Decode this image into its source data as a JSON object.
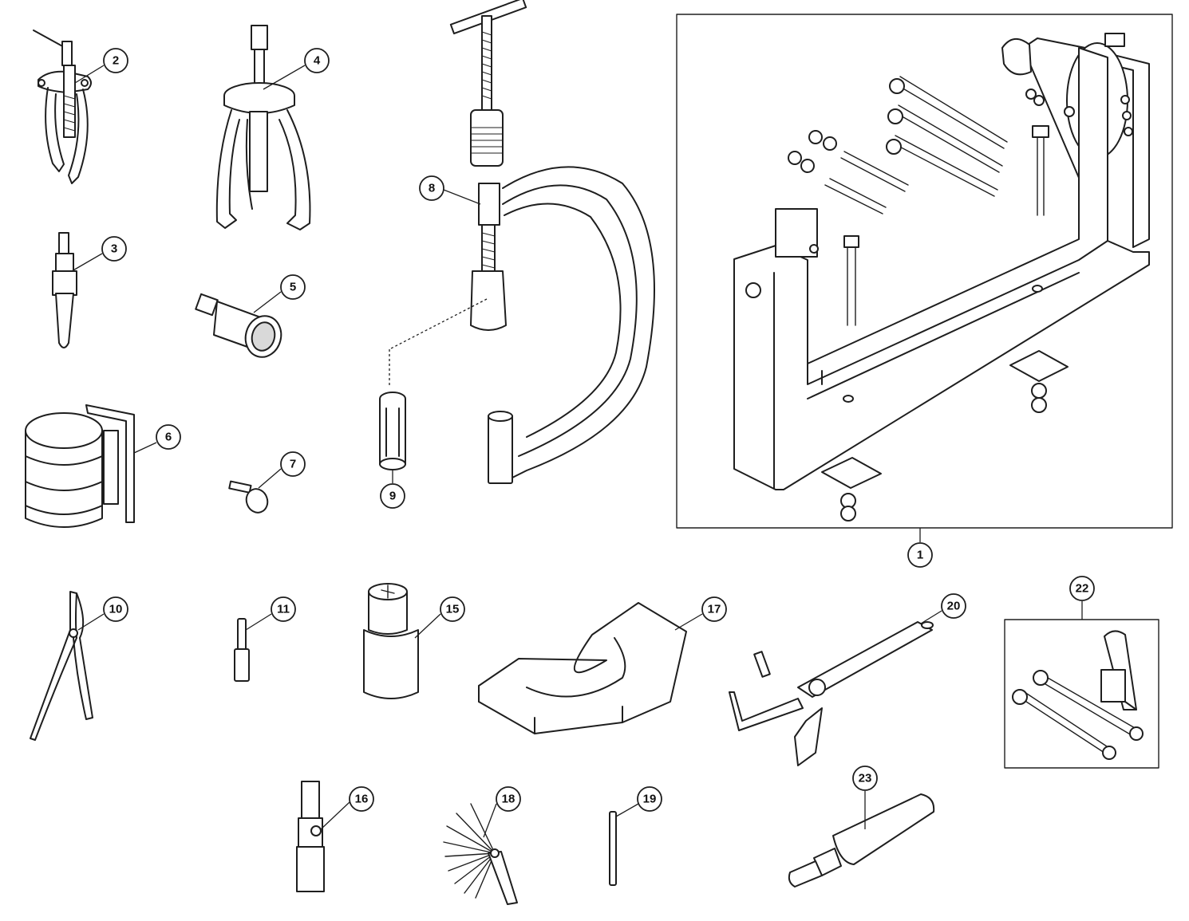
{
  "callouts": [
    {
      "id": "c1",
      "label": "1"
    },
    {
      "id": "c2",
      "label": "2"
    },
    {
      "id": "c3",
      "label": "3"
    },
    {
      "id": "c4",
      "label": "4"
    },
    {
      "id": "c5",
      "label": "5"
    },
    {
      "id": "c6",
      "label": "6"
    },
    {
      "id": "c7",
      "label": "7"
    },
    {
      "id": "c8",
      "label": "8"
    },
    {
      "id": "c9",
      "label": "9"
    },
    {
      "id": "c10",
      "label": "10"
    },
    {
      "id": "c11",
      "label": "11"
    },
    {
      "id": "c15",
      "label": "15"
    },
    {
      "id": "c16",
      "label": "16"
    },
    {
      "id": "c17",
      "label": "17"
    },
    {
      "id": "c18",
      "label": "18"
    },
    {
      "id": "c19",
      "label": "19"
    },
    {
      "id": "c20",
      "label": "20"
    },
    {
      "id": "c22",
      "label": "22"
    },
    {
      "id": "c23",
      "label": "23"
    }
  ],
  "colors": {
    "line": "#1e1e1e",
    "shade": "#d9d9d9",
    "background": "#ffffff"
  }
}
